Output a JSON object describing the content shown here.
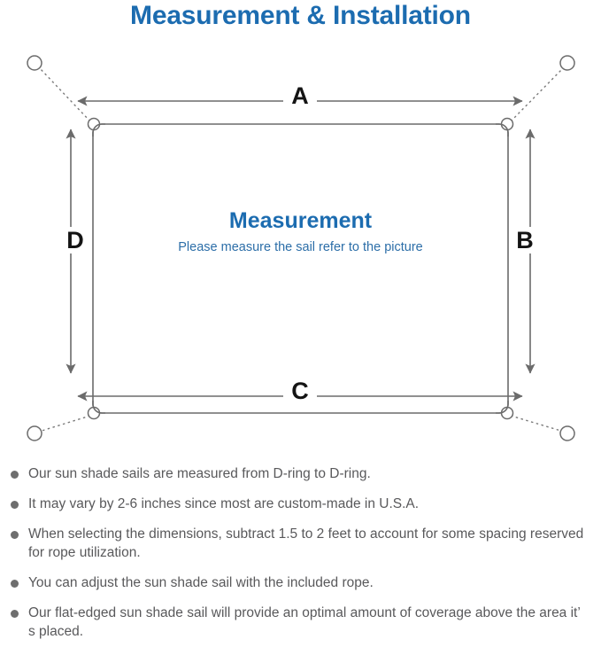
{
  "header": {
    "title": "Measurement & Installation",
    "title_color": "#1c6cb0"
  },
  "diagram": {
    "name": "sun-shade-sail-measurement-diagram",
    "center": {
      "title": "Measurement",
      "subtitle": "Please measure the sail refer to the picture",
      "title_color": "#1c6cb0",
      "subtitle_color": "#2c6ea8"
    },
    "dimension_labels": {
      "top": "A",
      "right": "B",
      "bottom": "C",
      "left": "D"
    },
    "line_color": "#6b6b6b",
    "sail_edge_color": "#6b6b6b",
    "d_ring_count": 4,
    "anchor_post_count": 4,
    "dotted_rope_count": 4
  },
  "notes": {
    "bullet_color": "#6e6e6e",
    "text_color": "#59595b",
    "items": [
      "Our sun shade sails are measured from D-ring to D-ring.",
      "It may vary by 2-6 inches since most are custom-made in U.S.A.",
      "When selecting the dimensions, subtract 1.5 to 2 feet to account for some spacing reserved for rope utilization.",
      "You can adjust the sun shade sail with the included rope.",
      "Our flat-edged sun shade sail will provide an optimal amount of coverage above the area it’ s placed."
    ]
  }
}
